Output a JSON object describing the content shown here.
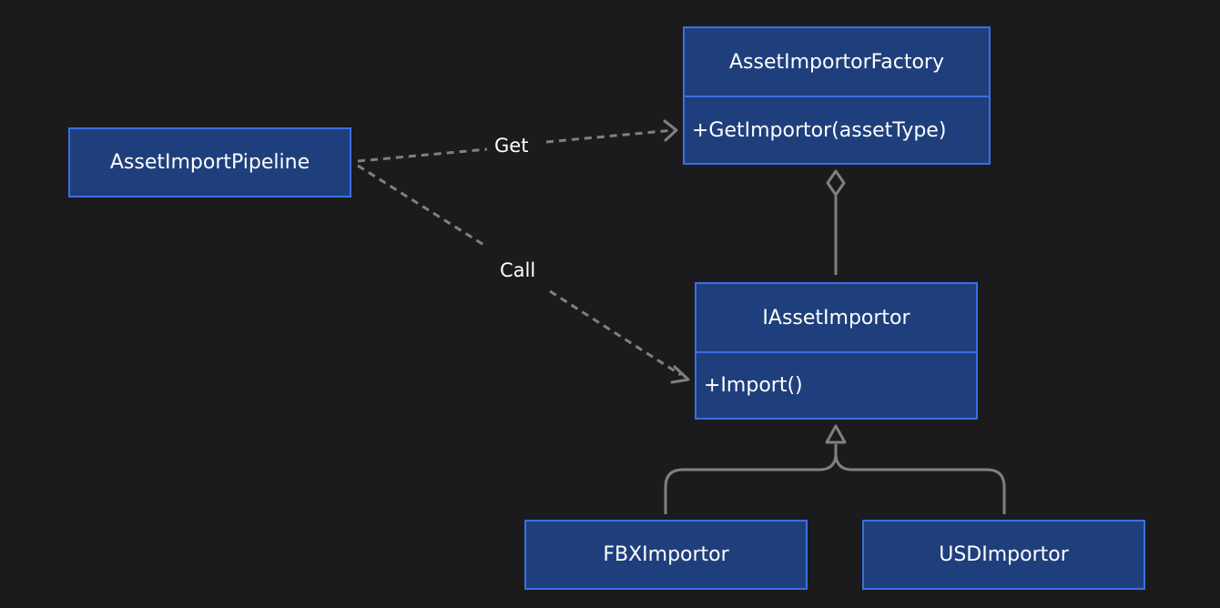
{
  "classes": {
    "pipeline": {
      "name": "AssetImportPipeline"
    },
    "factory": {
      "name": "AssetImportorFactory",
      "members": [
        "+GetImportor(assetType)"
      ]
    },
    "interface": {
      "name": "IAssetImportor",
      "members": [
        "+Import()"
      ]
    },
    "fbx": {
      "name": "FBXImportor"
    },
    "usd": {
      "name": "USDImportor"
    }
  },
  "relations": {
    "get_label": "Get",
    "call_label": "Call",
    "aggregation": {
      "from": "IAssetImportor",
      "to": "AssetImportorFactory",
      "kind": "aggregation"
    },
    "inheritance": {
      "from": [
        "FBXImportor",
        "USDImportor"
      ],
      "to": "IAssetImportor",
      "kind": "generalization"
    },
    "dependencies": [
      {
        "from": "AssetImportPipeline",
        "to": "AssetImportorFactory",
        "label": "Get",
        "kind": "dependency"
      },
      {
        "from": "AssetImportPipeline",
        "to": "IAssetImportor",
        "label": "Call",
        "kind": "dependency"
      }
    ]
  },
  "colors": {
    "background": "#1b1b1d",
    "node_fill": "#1f3f7c",
    "node_border": "#3b6fe0",
    "connector": "#808080",
    "text": "#ffffff"
  }
}
